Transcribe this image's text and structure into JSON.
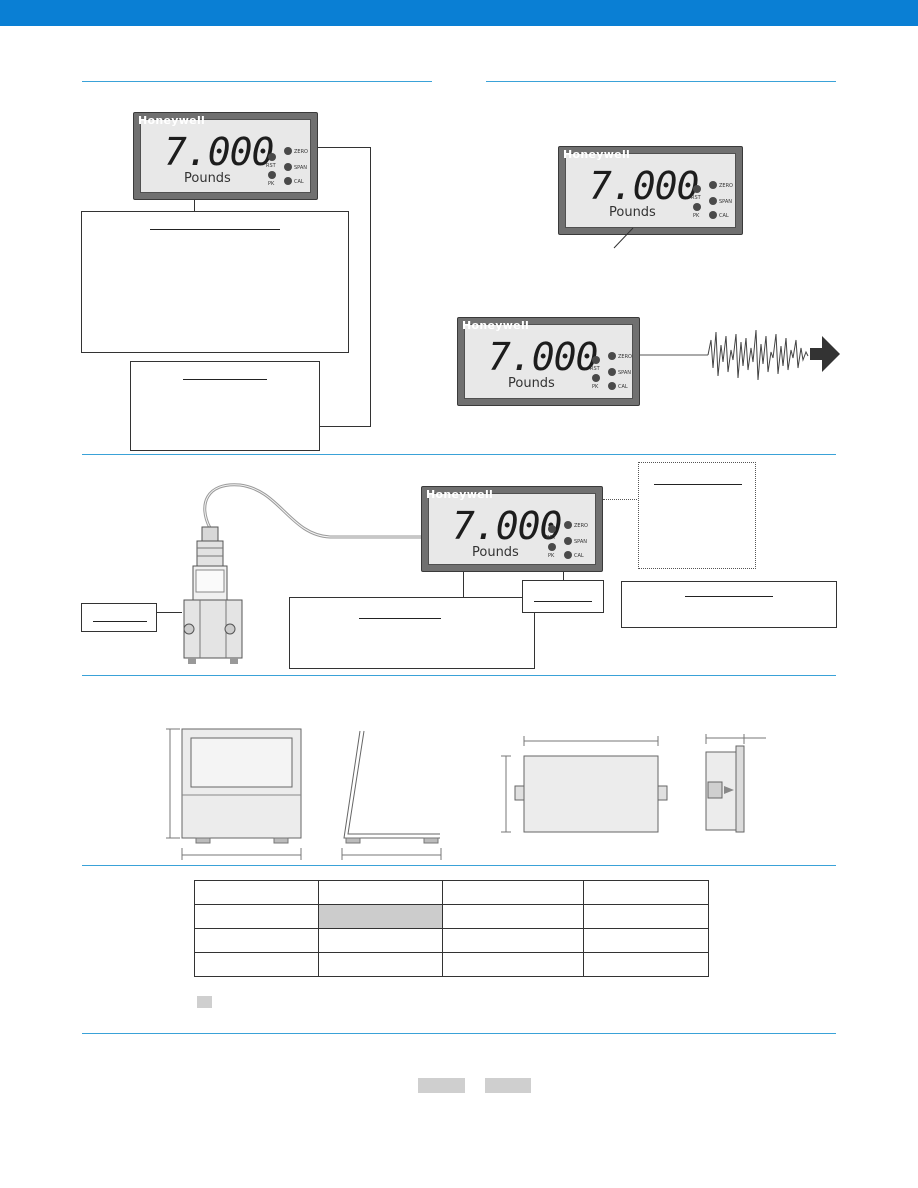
{
  "meter": {
    "brand": "Honeywell",
    "reading": "7.000",
    "unit": "Pounds",
    "btn_rst": "RST",
    "btn_pk": "PK",
    "btn_zero": "ZERO",
    "btn_span": "SPAN",
    "btn_cal": "CAL"
  },
  "colors": {
    "header_bar": "#0a7fd4",
    "section_rule": "#3aa2d8",
    "meter_bezel": "#707070",
    "table_highlight": "#cccccc"
  },
  "icons": [
    "arrow-right-icon",
    "noise-signal-icon",
    "load-cell-sensor-icon",
    "meter-outline-drawing-icon"
  ]
}
